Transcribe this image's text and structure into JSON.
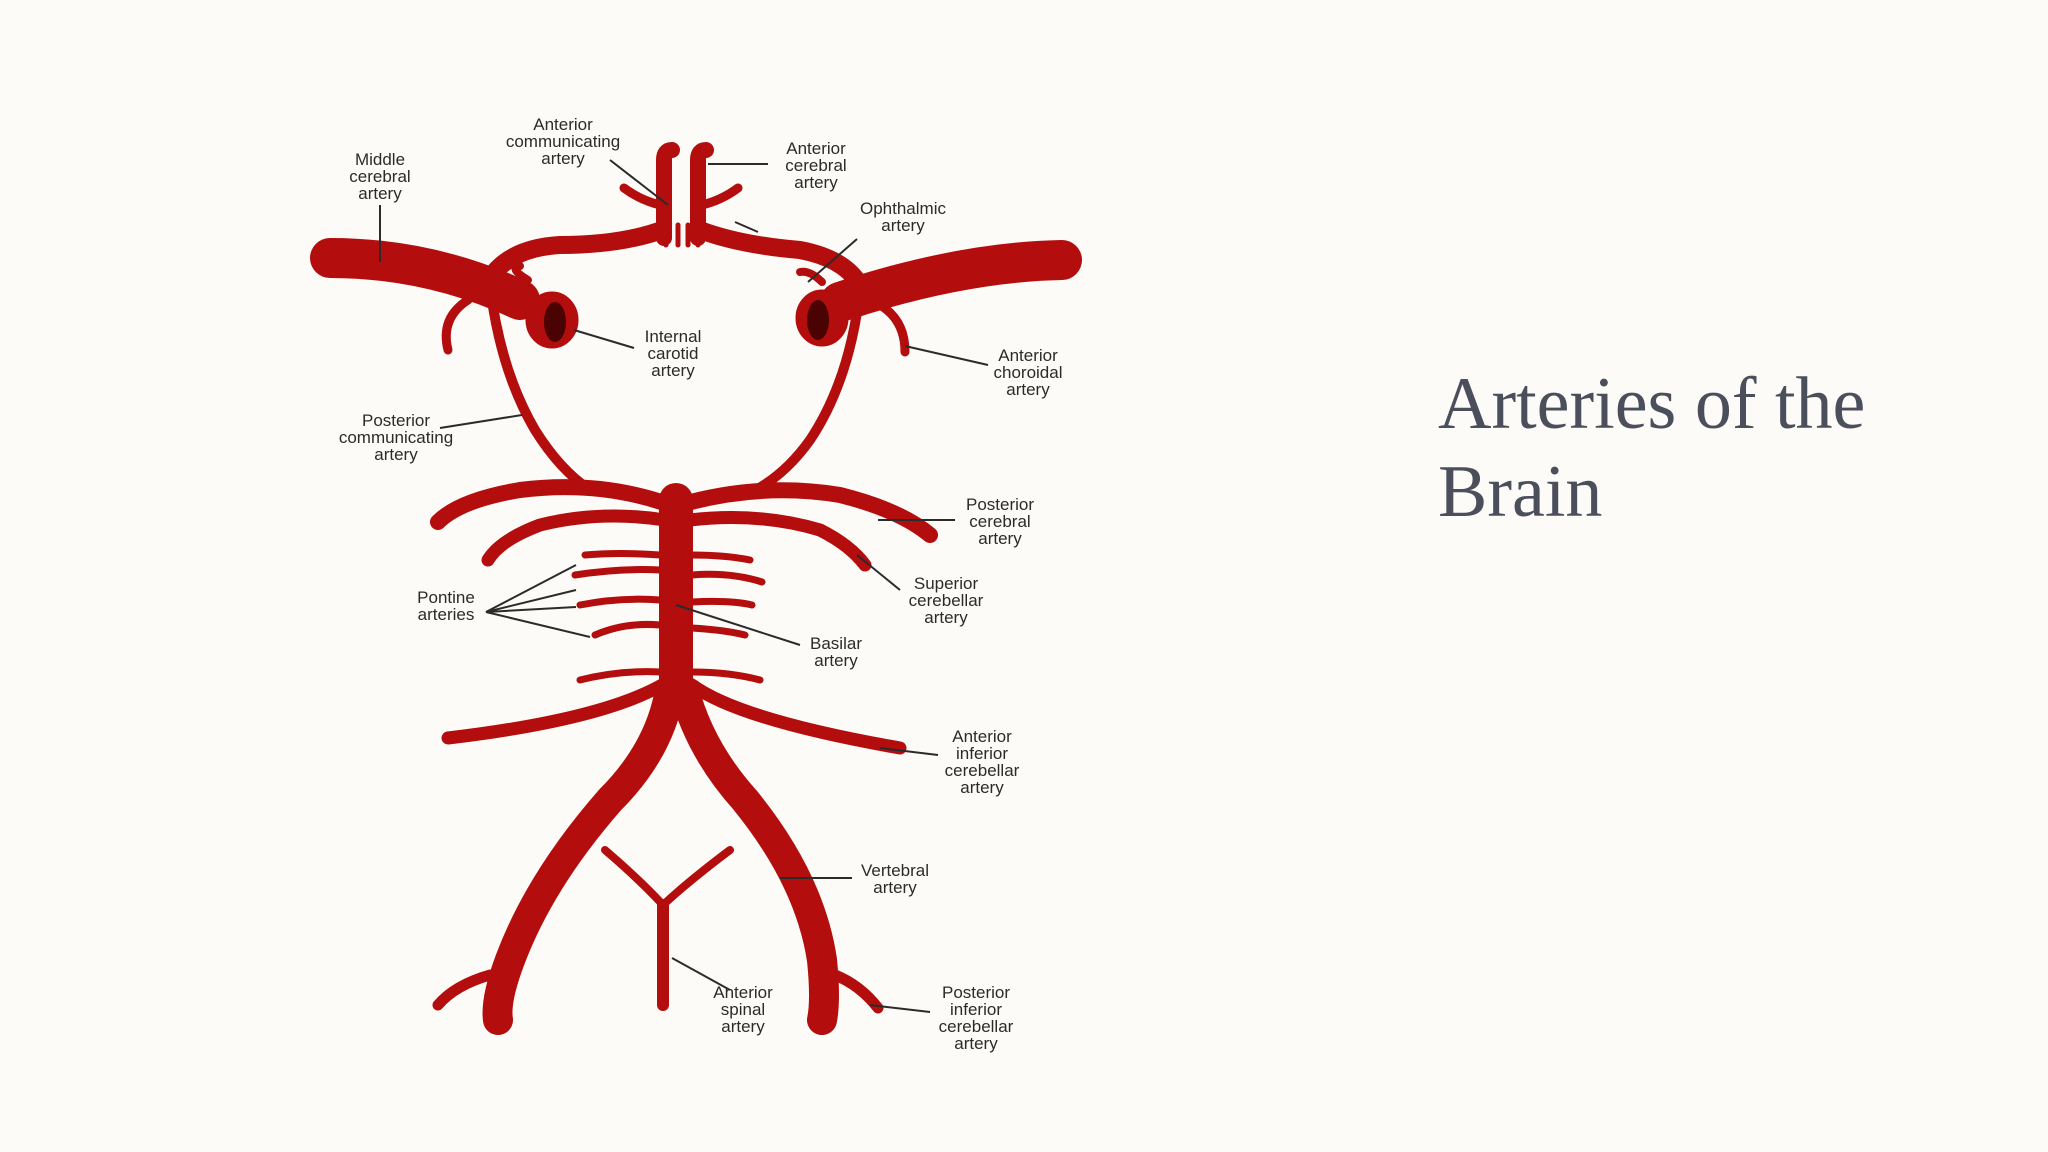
{
  "slide": {
    "title": "Arteries of the Brain",
    "colors": {
      "background": "#fdfbf8",
      "artery": "#b30d0d",
      "title_text": "#4b4f5c",
      "label_text": "#2b2b2b"
    }
  },
  "labels": {
    "anterior_communicating": [
      "Anterior",
      "communicating",
      "artery"
    ],
    "middle_cerebral": [
      "Middle",
      "cerebral",
      "artery"
    ],
    "anterior_cerebral": [
      "Anterior",
      "cerebral",
      "artery"
    ],
    "ophthalmic": [
      "Ophthalmic",
      "artery"
    ],
    "internal_carotid": [
      "Internal",
      "carotid",
      "artery"
    ],
    "anterior_choroidal": [
      "Anterior",
      "choroidal",
      "artery"
    ],
    "posterior_communicating": [
      "Posterior",
      "communicating",
      "artery"
    ],
    "posterior_cerebral": [
      "Posterior",
      "cerebral",
      "artery"
    ],
    "pontine": [
      "Pontine",
      "arteries"
    ],
    "superior_cerebellar": [
      "Superior",
      "cerebellar",
      "artery"
    ],
    "basilar": [
      "Basilar",
      "artery"
    ],
    "anterior_inferior_cerebellar": [
      "Anterior",
      "inferior",
      "cerebellar",
      "artery"
    ],
    "vertebral": [
      "Vertebral",
      "artery"
    ],
    "anterior_spinal": [
      "Anterior",
      "spinal",
      "artery"
    ],
    "posterior_inferior_cerebellar": [
      "Posterior",
      "inferior",
      "cerebellar",
      "artery"
    ]
  }
}
